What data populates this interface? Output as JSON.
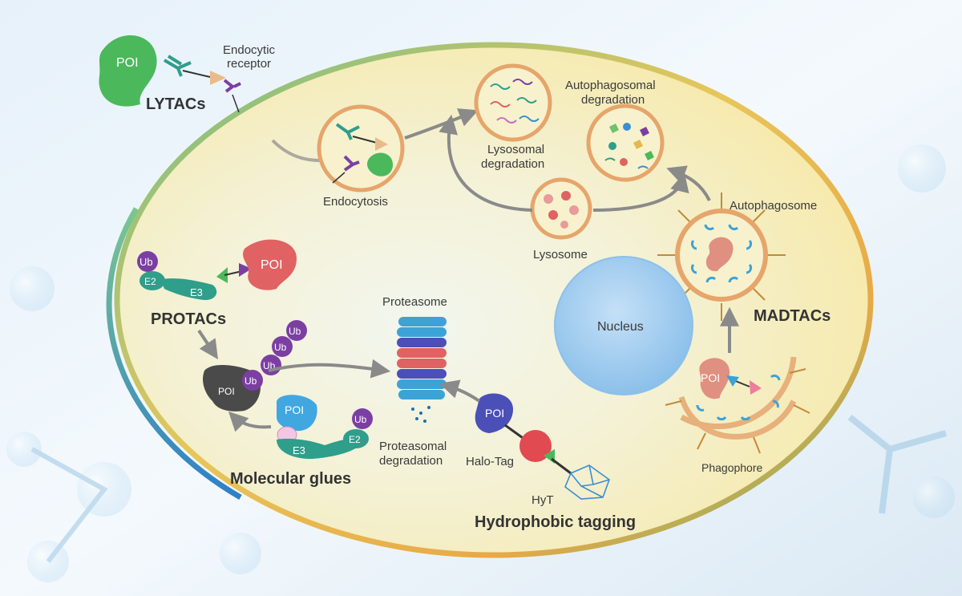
{
  "labels": {
    "lytacs": "LYTACs",
    "protacs": "PROTACs",
    "molecular_glues": "Molecular glues",
    "hydrophobic_tagging": "Hydrophobic tagging",
    "madtacs": "MADTACs",
    "endocytic_receptor_1": "Endocytic",
    "endocytic_receptor_2": "receptor",
    "endocytosis": "Endocytosis",
    "lysosomal_deg_1": "Lysosomal",
    "lysosomal_deg_2": "degradation",
    "autophag_deg_1": "Autophagosomal",
    "autophag_deg_2": "degradation",
    "lysosome": "Lysosome",
    "autophagosome": "Autophagosome",
    "proteasome": "Proteasome",
    "proteasomal_deg_1": "Proteasomal",
    "proteasomal_deg_2": "degradation",
    "nucleus": "Nucleus",
    "halo_tag": "Halo-Tag",
    "hyt": "HyT",
    "phagophore": "Phagophore",
    "poi": "POI",
    "ub": "Ub",
    "e2": "E2",
    "e3": "E3"
  },
  "colors": {
    "cell_fill": "#f5f0c8",
    "cell_border_top": "#e3c45a",
    "cell_border_bottom": "#3b8ed0",
    "poi_green": "#4cb85c",
    "poi_red": "#e06262",
    "poi_dark": "#4a4a4a",
    "poi_blue": "#41a7e0",
    "poi_purple": "#4b4fb8",
    "poi_salmon": "#e09080",
    "ub_purple": "#7b3fa3",
    "e_teal": "#2f9e8b",
    "vesicle_fill": "#f7f2cd",
    "vesicle_border": "#e6a56b",
    "nucleus_blue": "#a3cdef",
    "arrow_gray": "#8a8a8a"
  }
}
